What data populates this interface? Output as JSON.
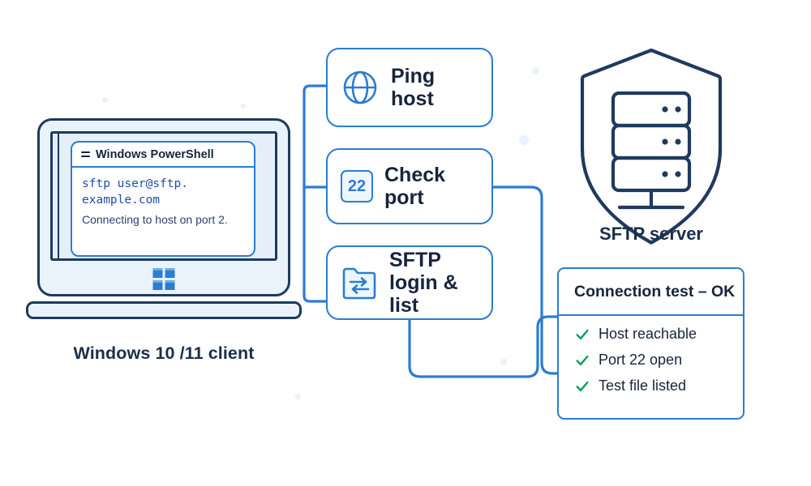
{
  "diagram": {
    "title": "SFTP connection test flow",
    "colors": {
      "accent_blue": "#2b7cd3",
      "dark_navy": "#1e3a5f",
      "text_navy": "#17243c",
      "check_green": "#00a15c",
      "panel_fill_light": "#eaf3fb"
    }
  },
  "client": {
    "caption": "Windows 10 /11 client",
    "logo_icon": "windows-logo-icon",
    "terminal": {
      "menu_icon": "hamburger-icon",
      "title": "Windows PowerShell",
      "command_line1": "sftp user@sftp.",
      "command_line2": "example.com",
      "output_line": "Connecting to host on port 2."
    }
  },
  "steps": [
    {
      "id": "ping",
      "icon": "globe-icon",
      "label": "Ping host",
      "badge": ""
    },
    {
      "id": "port",
      "icon": "port-number-icon",
      "label": "Check port",
      "badge": "22"
    },
    {
      "id": "sftp",
      "icon": "folder-transfer-icon",
      "label_line1": "SFTP",
      "label_line2": "login & list",
      "badge": ""
    }
  ],
  "server": {
    "icon": "shield-server-icon",
    "caption": "SFTP server"
  },
  "result": {
    "title": "Connection test – OK",
    "items": [
      {
        "icon": "check-icon",
        "label": "Host reachable"
      },
      {
        "icon": "check-icon",
        "label": "Port 22 open"
      },
      {
        "icon": "check-icon",
        "label": "Test file listed"
      }
    ]
  }
}
